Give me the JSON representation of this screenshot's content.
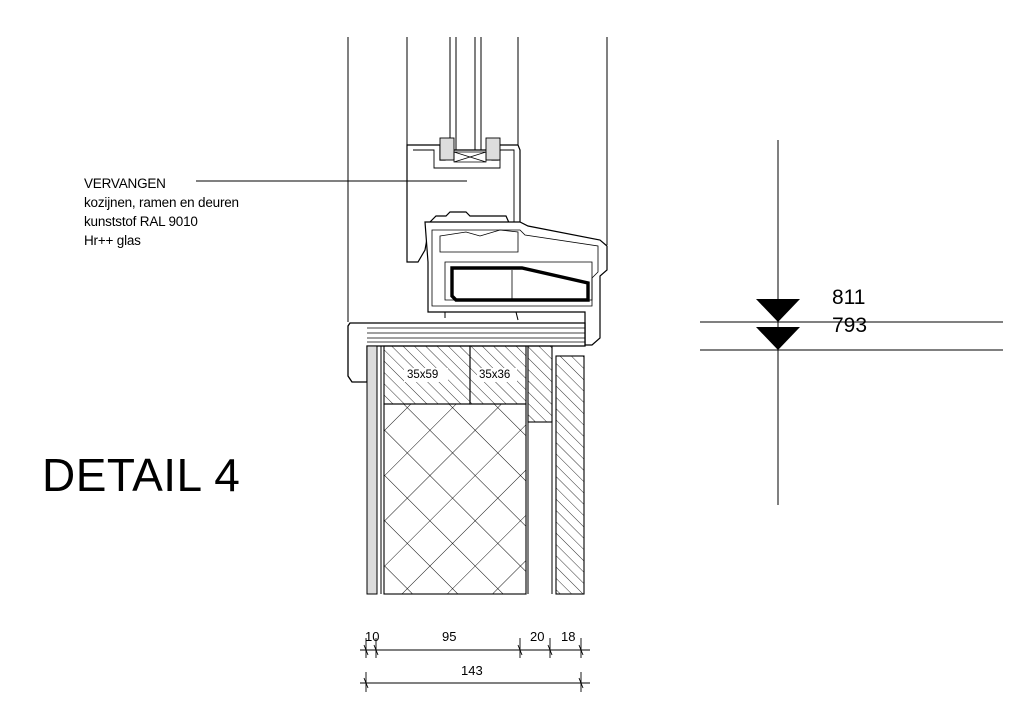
{
  "annotation": {
    "lines": [
      "VERVANGEN",
      "kozijnen, ramen en deuren",
      "kunststof RAL 9010",
      "Hr++ glas"
    ]
  },
  "title": "DETAIL 4",
  "levels": {
    "upper": "811",
    "lower": "793"
  },
  "members": {
    "left": "35x59",
    "right": "35x36"
  },
  "dimensions": {
    "segments": [
      "10",
      "95",
      "20",
      "18"
    ],
    "total": "143"
  }
}
